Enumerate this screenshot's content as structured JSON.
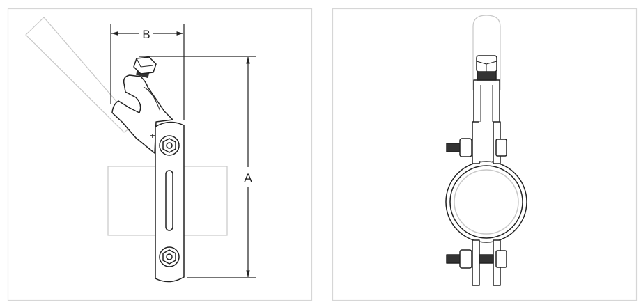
{
  "figures": [
    {
      "name": "side-view",
      "dimensions": {
        "height_label": "A",
        "width_label": "B"
      }
    },
    {
      "name": "front-view"
    }
  ],
  "colors": {
    "line": "#222222",
    "ghost": "#c8c8c8",
    "frame": "#d6d6d6"
  }
}
